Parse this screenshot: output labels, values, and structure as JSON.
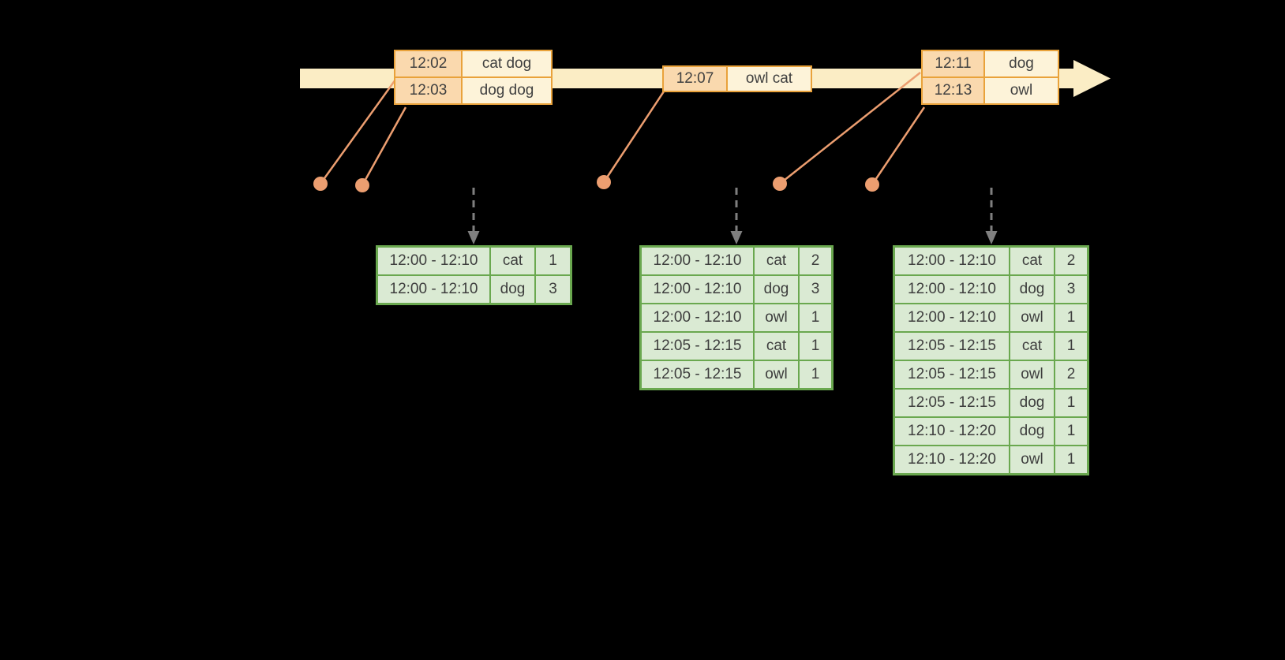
{
  "colors": {
    "canvas_bg": "#000000",
    "timeline_fill": "#FBEDC5",
    "event_border": "#E9A23B",
    "event_time_fill": "#FAD9AE",
    "event_word_fill": "#FDF3D9",
    "event_text": "#404040",
    "connector": "#EC9E70",
    "dashed_arrow": "#7F7F7F",
    "result_border": "#6AA84F",
    "result_fill": "#DAEAD3",
    "result_text": "#3D3D3D"
  },
  "events": [
    {
      "rows": [
        {
          "time": "12:02",
          "words": "cat dog"
        },
        {
          "time": "12:03",
          "words": "dog dog"
        }
      ]
    },
    {
      "rows": [
        {
          "time": "12:07",
          "words": "owl cat"
        }
      ]
    },
    {
      "rows": [
        {
          "time": "12:11",
          "words": "dog"
        },
        {
          "time": "12:13",
          "words": "owl"
        }
      ]
    }
  ],
  "result_tables": [
    {
      "rows": [
        {
          "window": "12:00 - 12:10",
          "word": "cat",
          "count": "1"
        },
        {
          "window": "12:00 - 12:10",
          "word": "dog",
          "count": "3"
        }
      ]
    },
    {
      "rows": [
        {
          "window": "12:00 - 12:10",
          "word": "cat",
          "count": "2"
        },
        {
          "window": "12:00 - 12:10",
          "word": "dog",
          "count": "3"
        },
        {
          "window": "12:00 - 12:10",
          "word": "owl",
          "count": "1"
        },
        {
          "window": "12:05 - 12:15",
          "word": "cat",
          "count": "1"
        },
        {
          "window": "12:05 - 12:15",
          "word": "owl",
          "count": "1"
        }
      ]
    },
    {
      "rows": [
        {
          "window": "12:00 - 12:10",
          "word": "cat",
          "count": "2"
        },
        {
          "window": "12:00 - 12:10",
          "word": "dog",
          "count": "3"
        },
        {
          "window": "12:00 - 12:10",
          "word": "owl",
          "count": "1"
        },
        {
          "window": "12:05 - 12:15",
          "word": "cat",
          "count": "1"
        },
        {
          "window": "12:05 - 12:15",
          "word": "owl",
          "count": "2"
        },
        {
          "window": "12:05 - 12:15",
          "word": "dog",
          "count": "1"
        },
        {
          "window": "12:10 - 12:20",
          "word": "dog",
          "count": "1"
        },
        {
          "window": "12:10 - 12:20",
          "word": "owl",
          "count": "1"
        }
      ]
    }
  ]
}
